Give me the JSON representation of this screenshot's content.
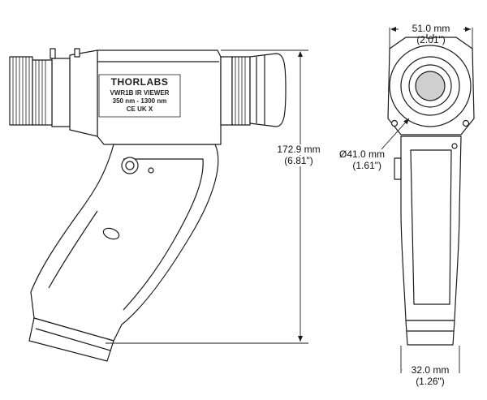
{
  "side_view": {
    "height_mm": "172.9 mm",
    "height_in": "(6.81\")",
    "brand": "THORLABS",
    "model": "VWR1B IR VIEWER",
    "range": "350 nm - 1300 nm",
    "marks": "CE UK X"
  },
  "front_view": {
    "width_top_mm": "51.0 mm",
    "width_top_in": "(2.01\")",
    "diameter_mm": "Ø41.0 mm",
    "diameter_in": "(1.61\")",
    "width_bottom_mm": "32.0 mm",
    "width_bottom_in": "(1.26\")"
  },
  "colors": {
    "line": "#1a1a1a",
    "fill": "#ffffff",
    "shade": "#cfcfcf"
  }
}
